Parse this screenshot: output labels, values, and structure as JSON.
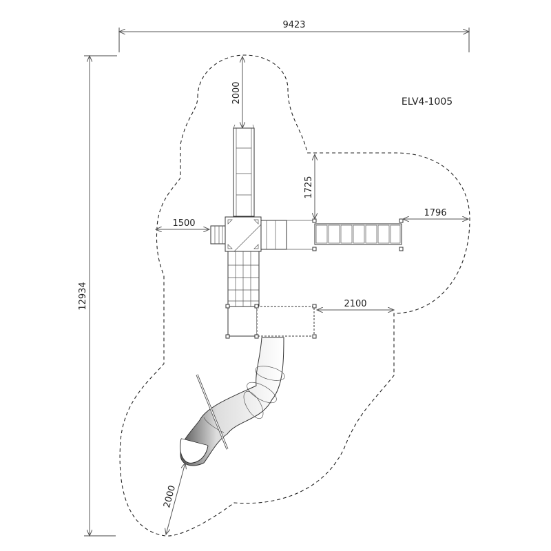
{
  "drawing": {
    "model_code": "ELV4-1005",
    "overall_width": "9423",
    "overall_length": "12934",
    "clearances": {
      "top_slide": "2000",
      "left_ladder": "1500",
      "right_bridge_vertical": "1725",
      "right_bridge_horizontal": "1796",
      "right_platform": "2100",
      "tube_slide_exit": "2000"
    }
  },
  "colors": {
    "line": "#333333",
    "background": "#ffffff"
  }
}
